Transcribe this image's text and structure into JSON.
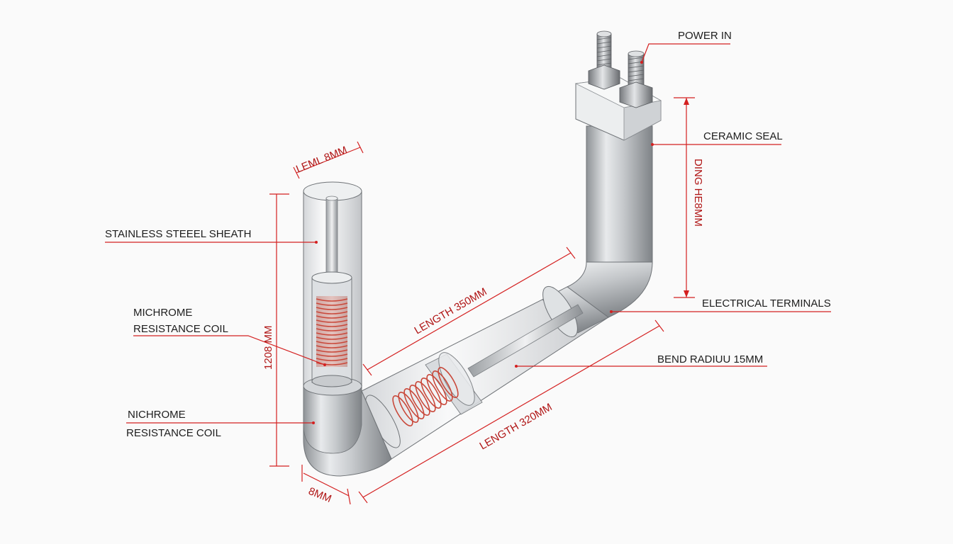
{
  "diagram": {
    "labels": {
      "power_in": "POWER IN",
      "ceramic_seal": "CERAMIC SEAL",
      "stainless_sheath": "STAINLESS STEEEL SHEATH",
      "michrome_line1": "MICHROME",
      "michrome_line2": "RESISTANCE COIL",
      "electrical_terminals": "ELECTRICAL TERMINALS",
      "bend_radius": "BEND RADIUU 15MM",
      "nichrome_line1": "NICHROME",
      "nichrome_line2": "RESISTANCE COIL"
    },
    "dimensions": {
      "top_diameter": "LEML 8MM",
      "left_height": "1208 MM",
      "length_upper": "LENGTH 350MM",
      "length_lower": "LENGTH 320MM",
      "bottom_diameter": "8MM",
      "right_height": "DING HE8MM"
    },
    "colors": {
      "annotation_red": "#d42020",
      "steel": "#b9bcc0",
      "coil": "#d4533f"
    }
  }
}
